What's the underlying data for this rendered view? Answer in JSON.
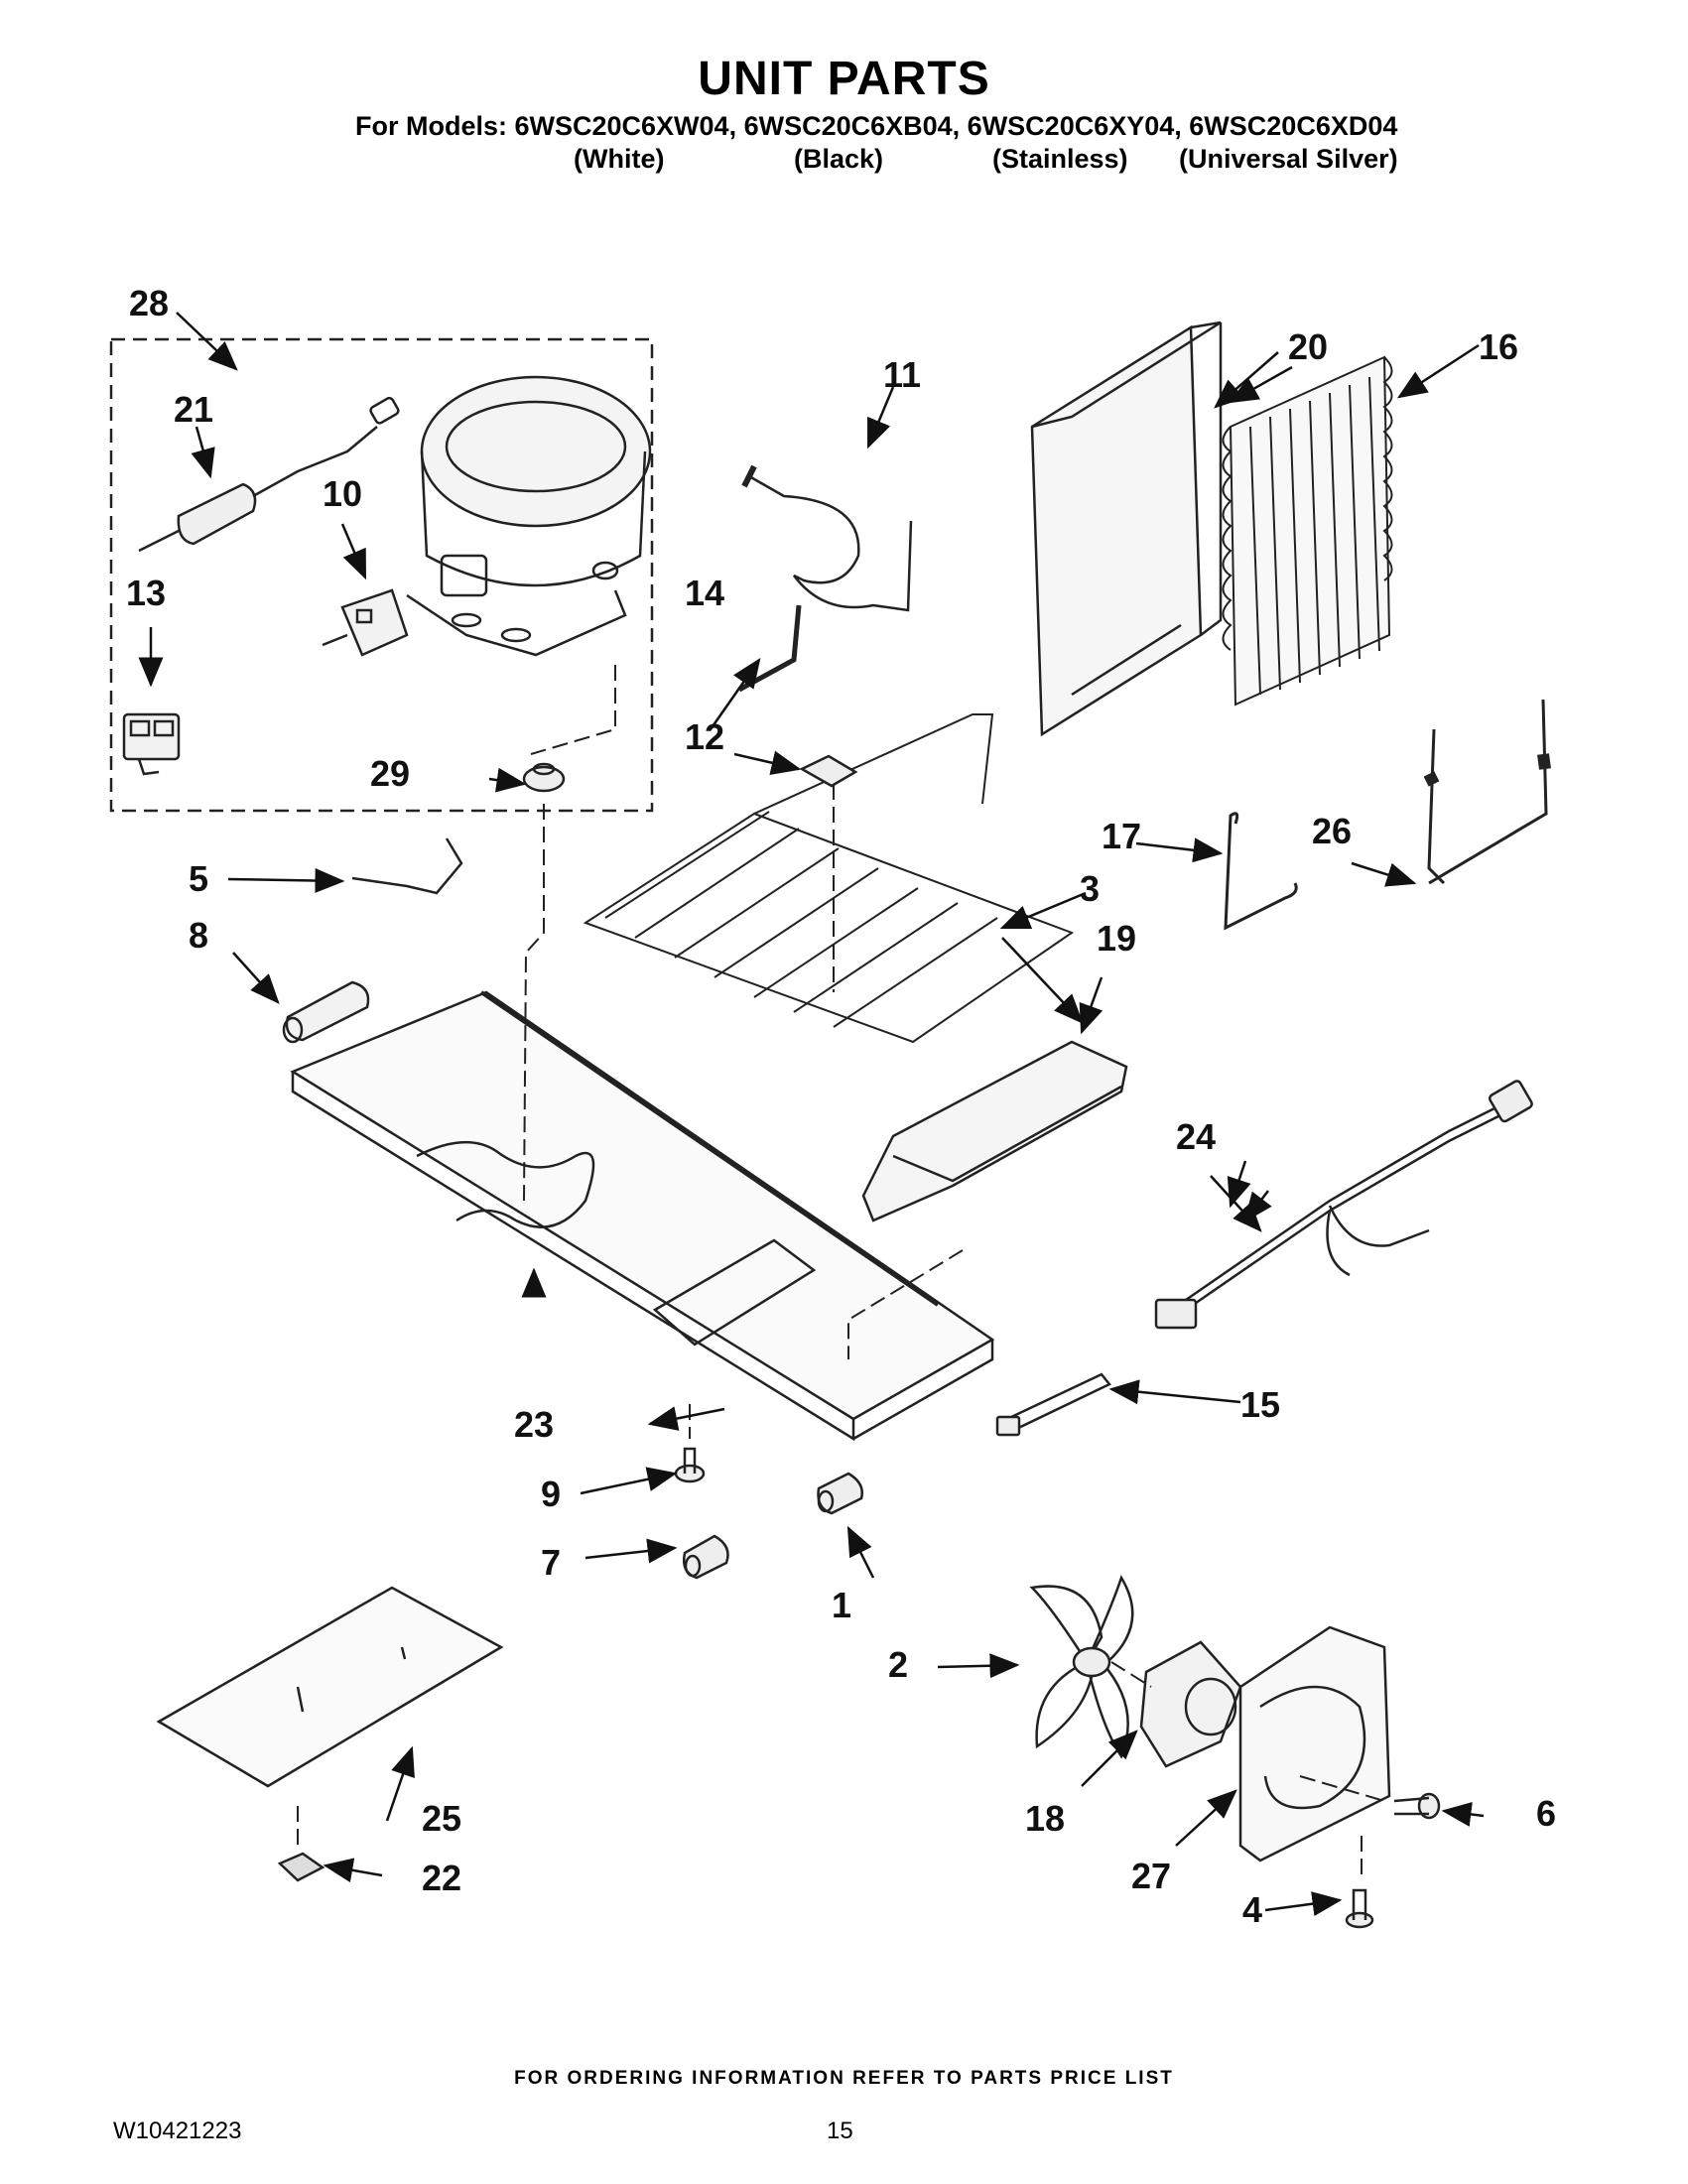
{
  "header": {
    "title": "UNIT PARTS",
    "models_line": "For Models: 6WSC20C6XW04, 6WSC20C6XB04, 6WSC20C6XY04, 6WSC20C6XD04",
    "variants": [
      "(White)",
      "(Black)",
      "(Stainless)",
      "(Universal Silver)"
    ]
  },
  "callouts": [
    "1",
    "2",
    "3",
    "4",
    "5",
    "6",
    "7",
    "8",
    "9",
    "10",
    "11",
    "12",
    "13",
    "14",
    "15",
    "16",
    "17",
    "18",
    "19",
    "20",
    "21",
    "22",
    "23",
    "24",
    "25",
    "26",
    "27",
    "28",
    "29"
  ],
  "footer": {
    "ordering_note": "FOR ORDERING INFORMATION REFER TO PARTS PRICE LIST",
    "doc_number": "W10421223",
    "page_number": "15"
  }
}
